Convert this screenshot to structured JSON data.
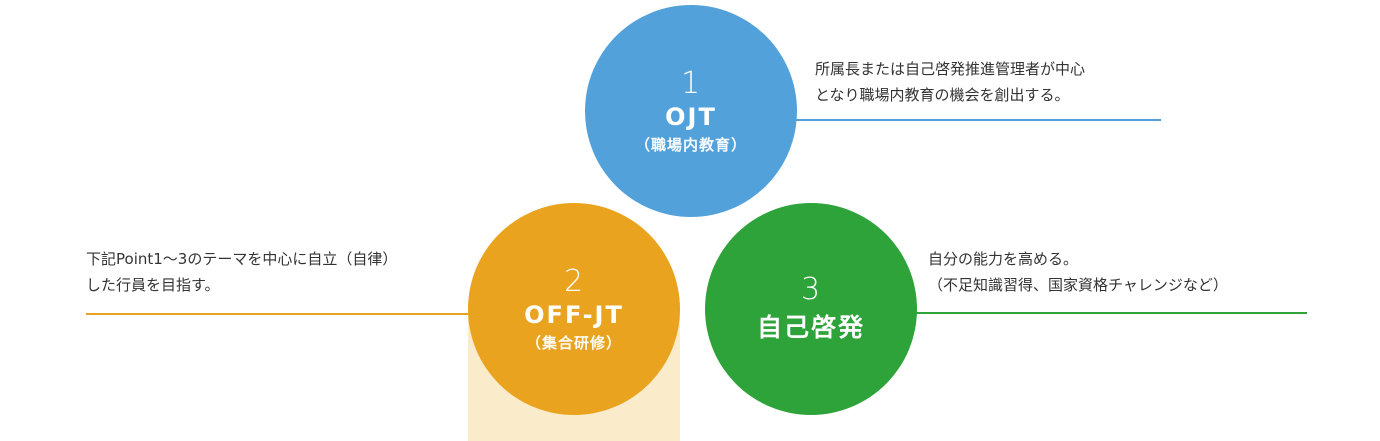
{
  "colors": {
    "blue": "#52a1da",
    "orange": "#eaa31e",
    "green": "#2da33a",
    "panel": "#faebcb"
  },
  "items": [
    {
      "number": "1",
      "title": "OJT",
      "subtitle": "（職場内教育）",
      "description": [
        "所属長または自己啓発推進管理者が中心",
        "となり職場内教育の機会を創出する。"
      ]
    },
    {
      "number": "2",
      "title": "OFF-JT",
      "subtitle": "（集合研修）",
      "description": [
        "下記Point1～3のテーマを中心に自立（自律）",
        "した行員を目指す。"
      ]
    },
    {
      "number": "3",
      "title": "自己啓発",
      "subtitle": "",
      "description": [
        "自分の能力を高める。",
        "（不足知識習得、国家資格チャレンジなど）"
      ]
    }
  ]
}
